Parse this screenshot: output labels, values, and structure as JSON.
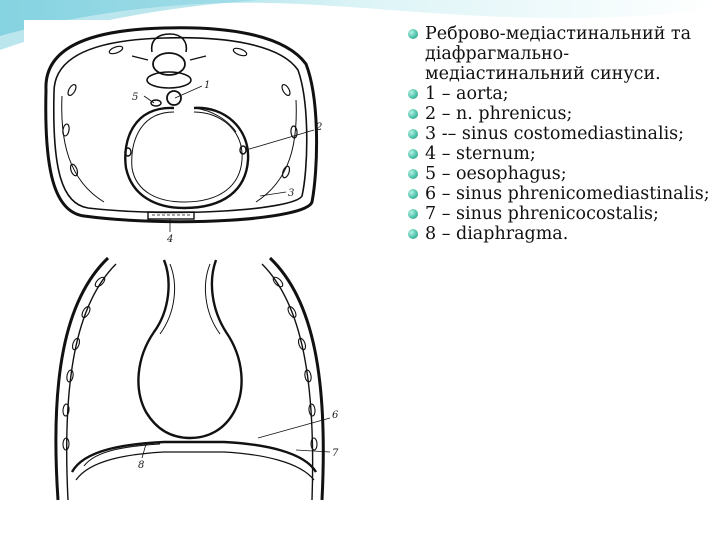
{
  "bullets": [
    "Реброво-медіастинальний та діафрагмально-медіастинальний синуси.",
    "1 – aorta;",
    "2 – n. phrenicus;",
    "3 -– sinus costomediastinalis;",
    "4 – sternum;",
    " 5 – oesophagus;",
    "6 – sinus phrenicomediastinalis;",
    " 7 – sinus phrenicocostalis;",
    "8 – diaphragma."
  ],
  "figure_labels": {
    "top": [
      "1",
      "2",
      "3",
      "4",
      "5"
    ],
    "bottom": [
      "6",
      "7",
      "8"
    ]
  },
  "colors": {
    "accent_teal": "#4ec3aa",
    "band_light": "#cfeff2",
    "band_deep": "#7fd3df"
  }
}
